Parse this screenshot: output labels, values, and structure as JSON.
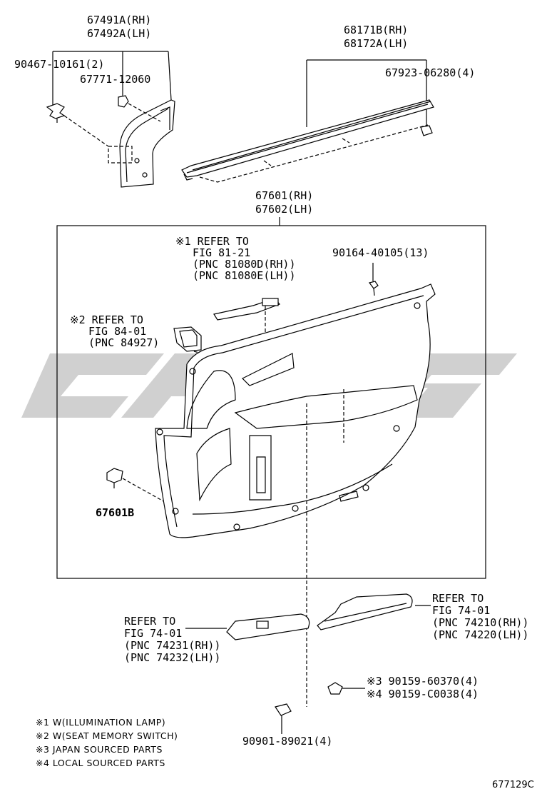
{
  "callouts": {
    "pillar_trim": [
      "67491A(RH)",
      "67492A(LH)"
    ],
    "clip_a": "90467-10161(2)",
    "clip_b": "67771-12060",
    "weatherstrip": [
      "68171B(RH)",
      "68172A(LH)"
    ],
    "weatherstrip_clip": "67923-06280(4)",
    "door_panel": [
      "67601(RH)",
      "67602(LH)"
    ],
    "lamp_ref": [
      "※1 REFER TO",
      "FIG 81-21",
      "(PNC 81080D(RH))",
      "(PNC 81080E(LH))"
    ],
    "screw": "90164-40105(13)",
    "switch_ref": [
      "※2 REFER TO",
      "FIG 84-01",
      "(PNC 84927)"
    ],
    "panel_clip": "67601B",
    "armrest_right_ref": [
      "REFER TO",
      "FIG 74-01",
      "(PNC 74210(RH))",
      "(PNC 74220(LH))"
    ],
    "armrest_left_ref": [
      "REFER TO",
      "FIG 74-01",
      "(PNC 74231(RH))",
      "(PNC 74232(LH))"
    ],
    "bolt_jp": "※3 90159-60370(4)",
    "bolt_local": "※4 90159-C0038(4)",
    "cover_clip": "90901-89021(4)"
  },
  "notes": [
    "※1 W(ILLUMINATION LAMP)",
    "※2 W(SEAT MEMORY SWITCH)",
    "※3 JAPAN SOURCED PARTS",
    "※4 LOCAL SOURCED PARTS"
  ],
  "figure_id": "677129C",
  "watermark_text": "CHTS",
  "colors": {
    "line": "#000000",
    "watermark": "#c8c8c8",
    "background": "#ffffff"
  }
}
